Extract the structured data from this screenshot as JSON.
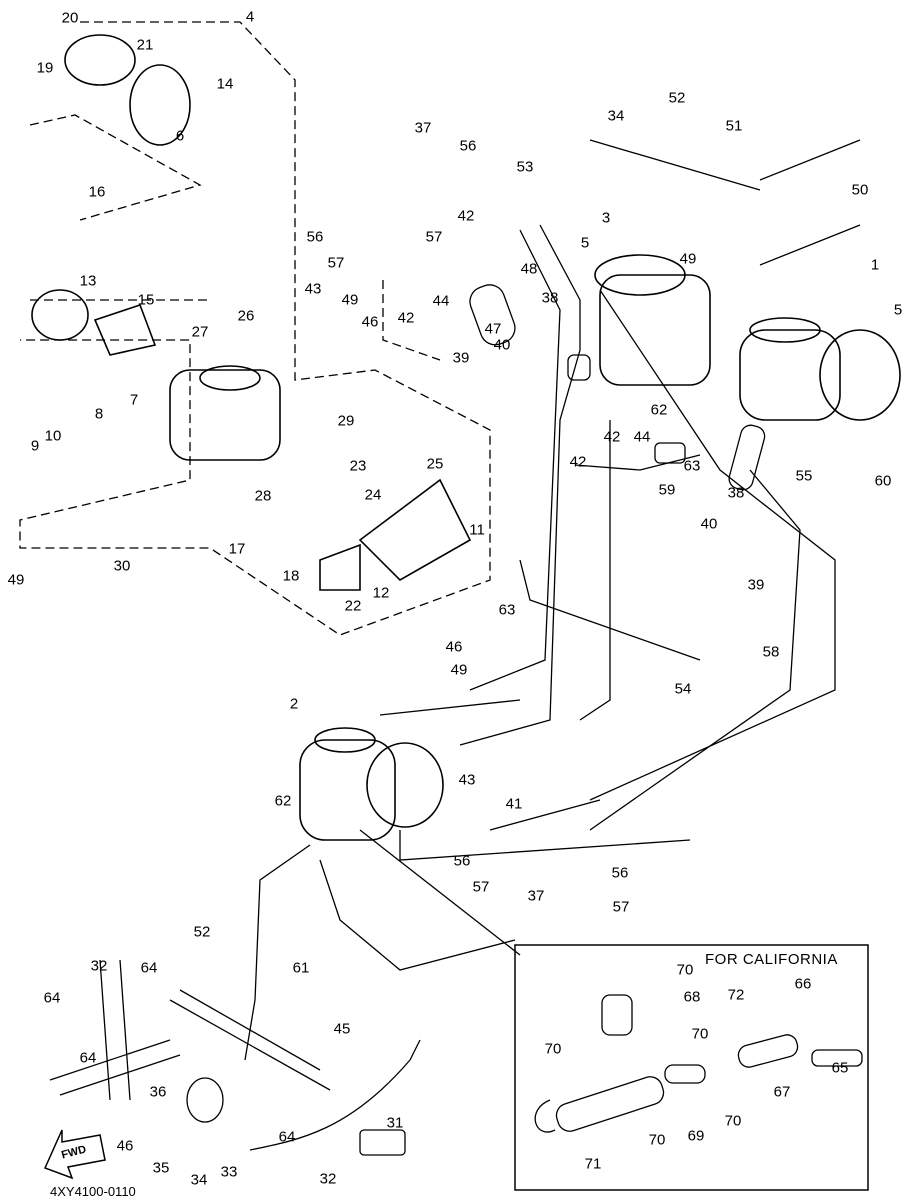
{
  "diagram": {
    "part_code": "4XY4100-0110",
    "fwd_arrow_label": "FWD",
    "inset_title": "FOR CALIFORNIA",
    "callouts": [
      "20",
      "19",
      "21",
      "4",
      "14",
      "6",
      "16",
      "13",
      "15",
      "27",
      "26",
      "8",
      "7",
      "9",
      "10",
      "29",
      "23",
      "24",
      "28",
      "25",
      "17",
      "18",
      "30",
      "49",
      "22",
      "11",
      "12",
      "63",
      "37",
      "56",
      "56",
      "57",
      "57",
      "42",
      "43",
      "49",
      "46",
      "42",
      "44",
      "48",
      "47",
      "38",
      "39",
      "40",
      "34",
      "52",
      "53",
      "51",
      "50",
      "3",
      "5",
      "49",
      "1",
      "5",
      "62",
      "42",
      "44",
      "42",
      "63",
      "59",
      "38",
      "55",
      "60",
      "40",
      "39",
      "58",
      "54",
      "46",
      "49",
      "2",
      "43",
      "41",
      "62",
      "56",
      "56",
      "57",
      "37",
      "57",
      "61",
      "52",
      "32",
      "64",
      "64",
      "45",
      "64",
      "36",
      "46",
      "35",
      "33",
      "34",
      "64",
      "32",
      "31"
    ],
    "inset_callouts": [
      "70",
      "68",
      "72",
      "66",
      "70",
      "65",
      "70",
      "67",
      "70",
      "70",
      "69",
      "71"
    ]
  }
}
